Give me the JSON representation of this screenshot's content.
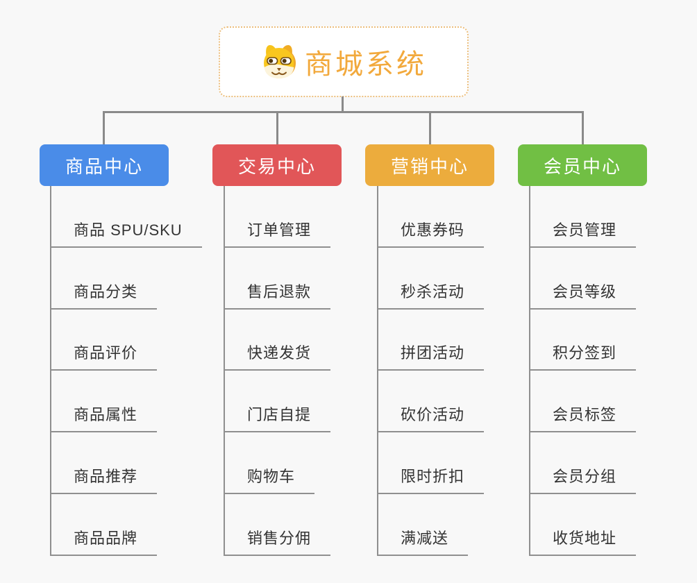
{
  "root": {
    "title": "商城系统",
    "icon": "dog-face-icon"
  },
  "branches": [
    {
      "id": "product-center",
      "label": "商品中心",
      "color": "#4A8CE8",
      "children": [
        "商品 SPU/SKU",
        "商品分类",
        "商品评价",
        "商品属性",
        "商品推荐",
        "商品品牌"
      ]
    },
    {
      "id": "trade-center",
      "label": "交易中心",
      "color": "#E15658",
      "children": [
        "订单管理",
        "售后退款",
        "快递发货",
        "门店自提",
        "购物车",
        "销售分佣"
      ]
    },
    {
      "id": "marketing-center",
      "label": "营销中心",
      "color": "#ECAC3D",
      "children": [
        "优惠券码",
        "秒杀活动",
        "拼团活动",
        "砍价活动",
        "限时折扣",
        "满减送"
      ]
    },
    {
      "id": "member-center",
      "label": "会员中心",
      "color": "#71BF44",
      "children": [
        "会员管理",
        "会员等级",
        "积分签到",
        "会员标签",
        "会员分组",
        "收货地址"
      ]
    }
  ],
  "colors": {
    "background": "#F8F8F8",
    "connector": "#8A8A8A",
    "underline": "#8F8F8F",
    "item_text": "#333333",
    "root_border": "#ECBE7C",
    "root_text": "#F2A93C",
    "root_bg": "#FFFFFF"
  }
}
